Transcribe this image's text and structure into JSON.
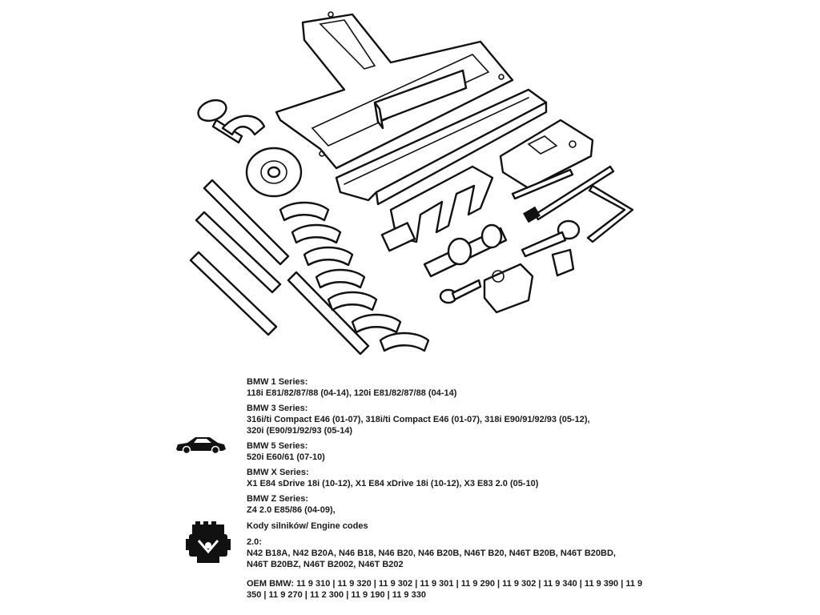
{
  "series": [
    {
      "name": "BMW 1 Series:",
      "lines": [
        "118i E81/82/87/88 (04-14), 120i E81/82/87/88 (04-14)"
      ]
    },
    {
      "name": "BMW 3 Series:",
      "lines": [
        "316i/ti Compact E46 (01-07), 318i/ti Compact E46 (01-07), 318i E90/91/92/93 (05-12),",
        "320i (E90/91/92/93 (05-14)"
      ]
    },
    {
      "name": "BMW 5 Series:",
      "lines": [
        "520i E60/61 (07-10)"
      ]
    },
    {
      "name": "BMW X Series:",
      "lines": [
        "X1 E84 sDrive 18i (10-12), X1 E84 xDrive 18i (10-12), X3 E83 2.0 (05-10)"
      ]
    },
    {
      "name": "BMW Z Series:",
      "lines": [
        "Z4 2.0 E85/86 (04-09),"
      ]
    }
  ],
  "engine": {
    "title": "Kody silników/ Engine codes",
    "capacity": "2.0:",
    "codes": [
      "N42 B18A, N42 B20A, N46 B18, N46 B20, N46 B20B, N46T B20, N46T B20B, N46T B20BD,",
      "N46T B20BZ, N46T B2002, N46T B202"
    ],
    "oem": [
      "OEM BMW: 11 9 310 | 11 9 320 | 11 9 302 | 11 9 301 | 11 9 290 | 11 9 302 | 11 9 340 | 11 9 390 | 11 9",
      "350 | 11 9 270 | 11 2 300 | 11 9 190 | 11 9 330"
    ]
  },
  "icons": {
    "car": "car-icon",
    "engine": "engine-icon"
  }
}
